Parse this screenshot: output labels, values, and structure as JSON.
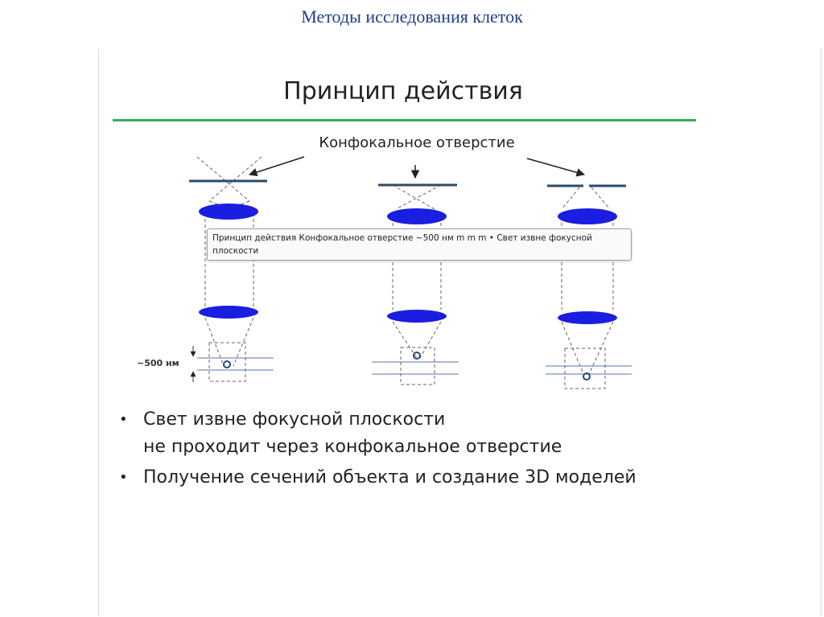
{
  "page_title": "Методы исследования клеток",
  "slide": {
    "heading": "Принцип действия",
    "label_aperture": "Конфокальное отверстие",
    "label_distance": "~500 нм",
    "bullets": [
      {
        "line1": "Свет извне фокусной плоскости",
        "line2": "не проходит через конфокальное отверстие"
      },
      {
        "line1": "Получение сечений объекта и создание 3D моделей",
        "line2": ""
      }
    ]
  },
  "tooltip": {
    "text": "Принцип действия Конфокальное отверстие ~500 нм m m m • Свет извне фокусной плоскости"
  },
  "colors": {
    "title": "#1f3f8a",
    "divider": "#2fae55",
    "lens": "#1a1ee0",
    "aperture": "#2b4a6b"
  }
}
